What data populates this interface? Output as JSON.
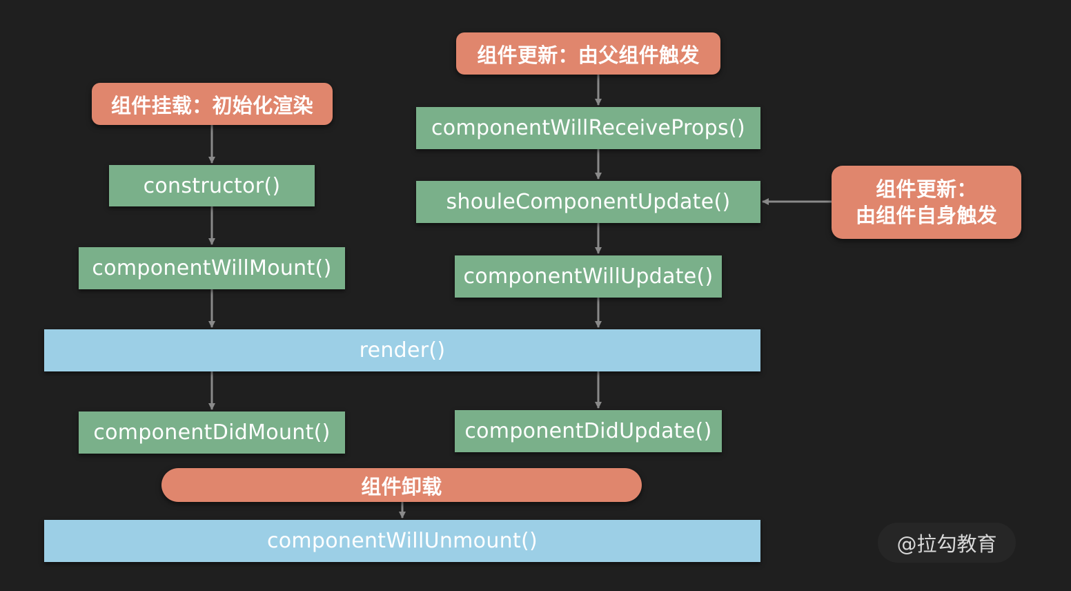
{
  "triggers": {
    "mount": "组件挂载：初始化渲染",
    "parent_update": "组件更新：由父组件触发",
    "self_update_line1": "组件更新：",
    "self_update_line2": "由组件自身触发",
    "unmount": "组件卸载"
  },
  "methods": {
    "constructor": "constructor()",
    "will_mount": "componentWillMount()",
    "render": "render()",
    "did_mount": "componentDidMount()",
    "will_receive_props": "componentWillReceiveProps()",
    "should_update": "shouleComponentUpdate()",
    "will_update": "componentWillUpdate()",
    "did_update": "componentDidUpdate()",
    "will_unmount": "componentWillUnmount()"
  },
  "watermark": "@拉勾教育",
  "colors": {
    "background": "#1f1f1f",
    "trigger": "#e0866d",
    "method": "#7ab08a",
    "render": "#9ccfe6",
    "arrow": "#8a8a8a"
  }
}
